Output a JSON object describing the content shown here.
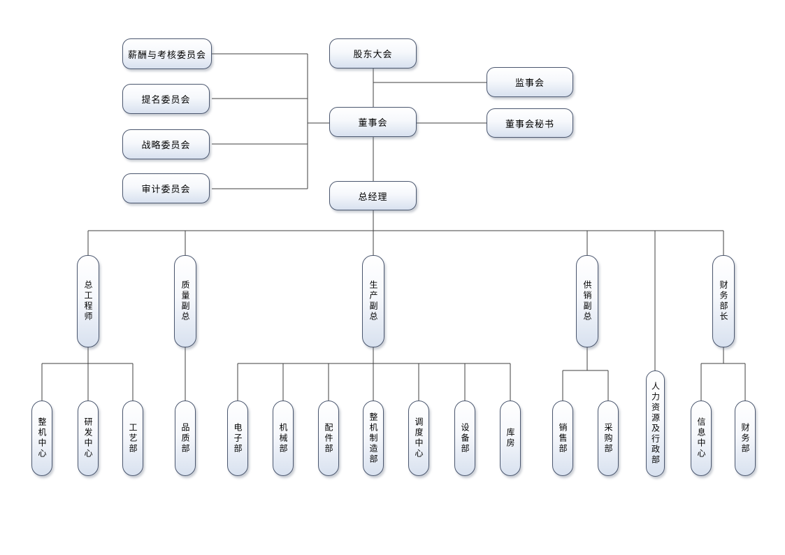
{
  "style": {
    "box_border_color": "#4a566e",
    "box_fill_top": "#ffffff",
    "box_fill_bottom": "#d8e1ef",
    "connector_color": "#3f3f3f",
    "text_color": "#000000",
    "background_color": "#ffffff"
  },
  "org": {
    "governance": {
      "shareholders_meeting": "股东大会",
      "supervisory_board": "监事会",
      "board_of_directors": "董事会",
      "board_secretary": "董事会秘书",
      "general_manager": "总经理",
      "committees": [
        "薪酬与考核委员会",
        "提名委员会",
        "战略委员会",
        "审计委员会"
      ]
    },
    "branches": [
      {
        "head": "总工程师",
        "departments": [
          "整机中心",
          "研发中心",
          "工艺部"
        ]
      },
      {
        "head": "质量副总",
        "departments": [
          "品质部"
        ]
      },
      {
        "head": "生产副总",
        "departments": [
          "电子部",
          "机械部",
          "配件部",
          "整机制造部",
          "调度中心",
          "设备部",
          "库房"
        ]
      },
      {
        "head": "供销副总",
        "departments": [
          "销售部",
          "采购部"
        ]
      },
      {
        "head": "人力资源及行政部",
        "departments": []
      },
      {
        "head": "财务部长",
        "departments": [
          "信息中心",
          "财务部"
        ]
      }
    ]
  }
}
